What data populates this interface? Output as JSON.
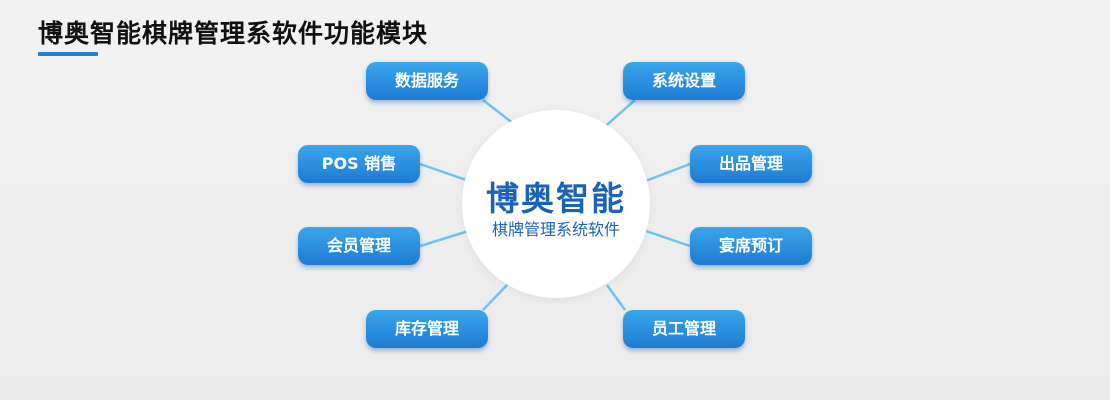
{
  "title": "博奥智能棋牌管理系软件功能模块",
  "center": {
    "title": "博奥智能",
    "subtitle": "棋牌管理系统软件"
  },
  "modules": {
    "data_service": "数据服务",
    "system_settings": "系统设置",
    "pos_sales": "POS 销售",
    "product_management": "出品管理",
    "member_management": "会员管理",
    "banquet_booking": "宴席预订",
    "inventory_management": "库存管理",
    "staff_management": "员工管理"
  },
  "colors": {
    "accent": "#1e7fd6",
    "module_top": "#3aa6ec",
    "module_bottom": "#1d7bd3",
    "center_text": "#1a63b8",
    "connector": "#6cc3ee"
  }
}
